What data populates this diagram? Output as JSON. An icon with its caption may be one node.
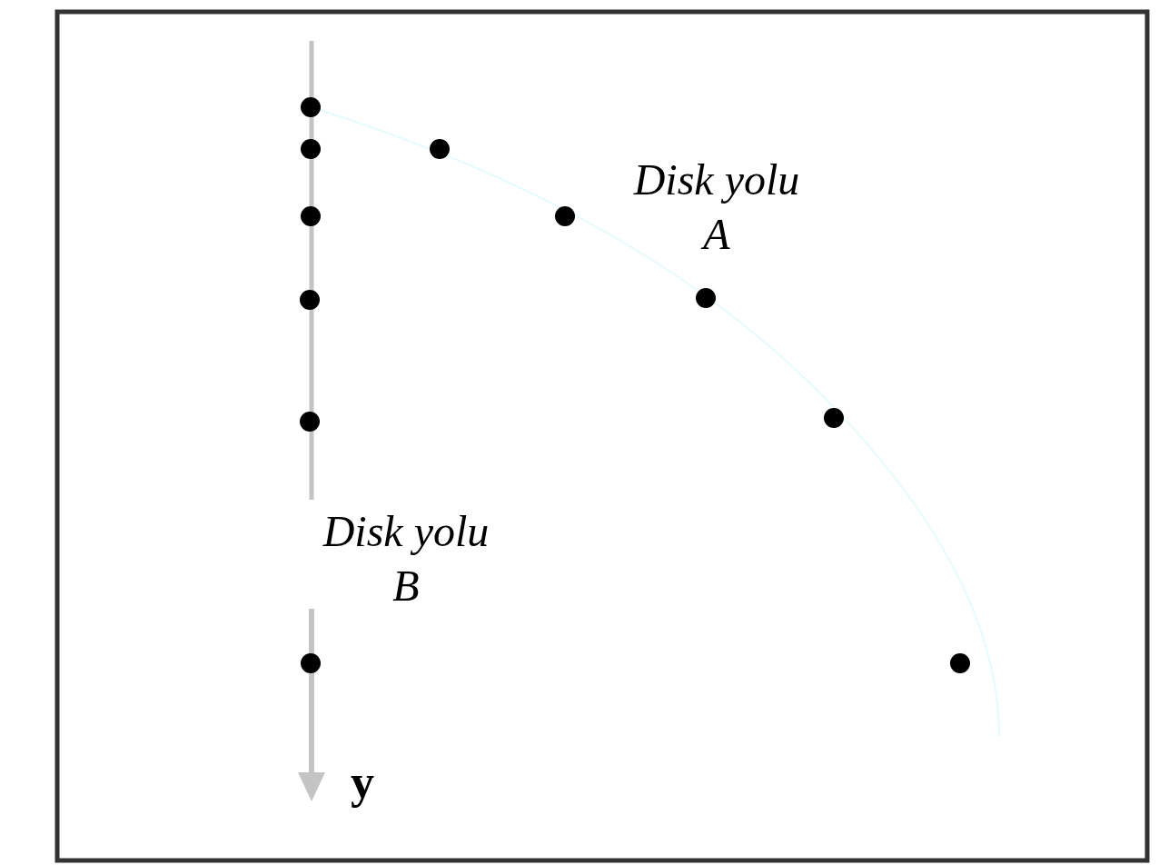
{
  "diagram": {
    "labels": [
      "Disk yolu A",
      "Disk yolu B",
      "y"
    ]
  }
}
